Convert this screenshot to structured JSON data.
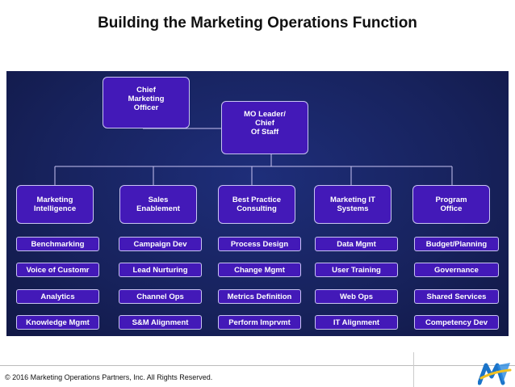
{
  "title": "Building the Marketing Operations Function",
  "org": {
    "cmo": "Chief\nMarketing\nOfficer",
    "mo_leader": "MO Leader/\nChief\nOf Staff",
    "departments": [
      "Marketing\nIntelligence",
      "Sales\nEnablement",
      "Best Practice\nConsulting",
      "Marketing IT\nSystems",
      "Program\nOffice"
    ],
    "functions": [
      [
        "Benchmarking",
        "Voice of Customr",
        "Analytics",
        "Knowledge Mgmt"
      ],
      [
        "Campaign Dev",
        "Lead Nurturing",
        "Channel Ops",
        "S&M Alignment"
      ],
      [
        "Process Design",
        "Change Mgmt",
        "Metrics Definition",
        "Perform Imprvmt"
      ],
      [
        "Data Mgmt",
        "User Training",
        "Web Ops",
        "IT Alignment"
      ],
      [
        "Budget/Planning",
        "Governance",
        "Shared Services",
        "Competency Dev"
      ]
    ]
  },
  "footer": {
    "copyright": "© 2016 Marketing Operations Partners, Inc.  All Rights Reserved."
  },
  "colors": {
    "panel": "#17225c",
    "box": "#4319b8",
    "border": "#c9c4f2",
    "logo_blue": "#1a73c8",
    "logo_yellow": "#f0c020"
  },
  "logo": "marketing-operations-partners-logo"
}
